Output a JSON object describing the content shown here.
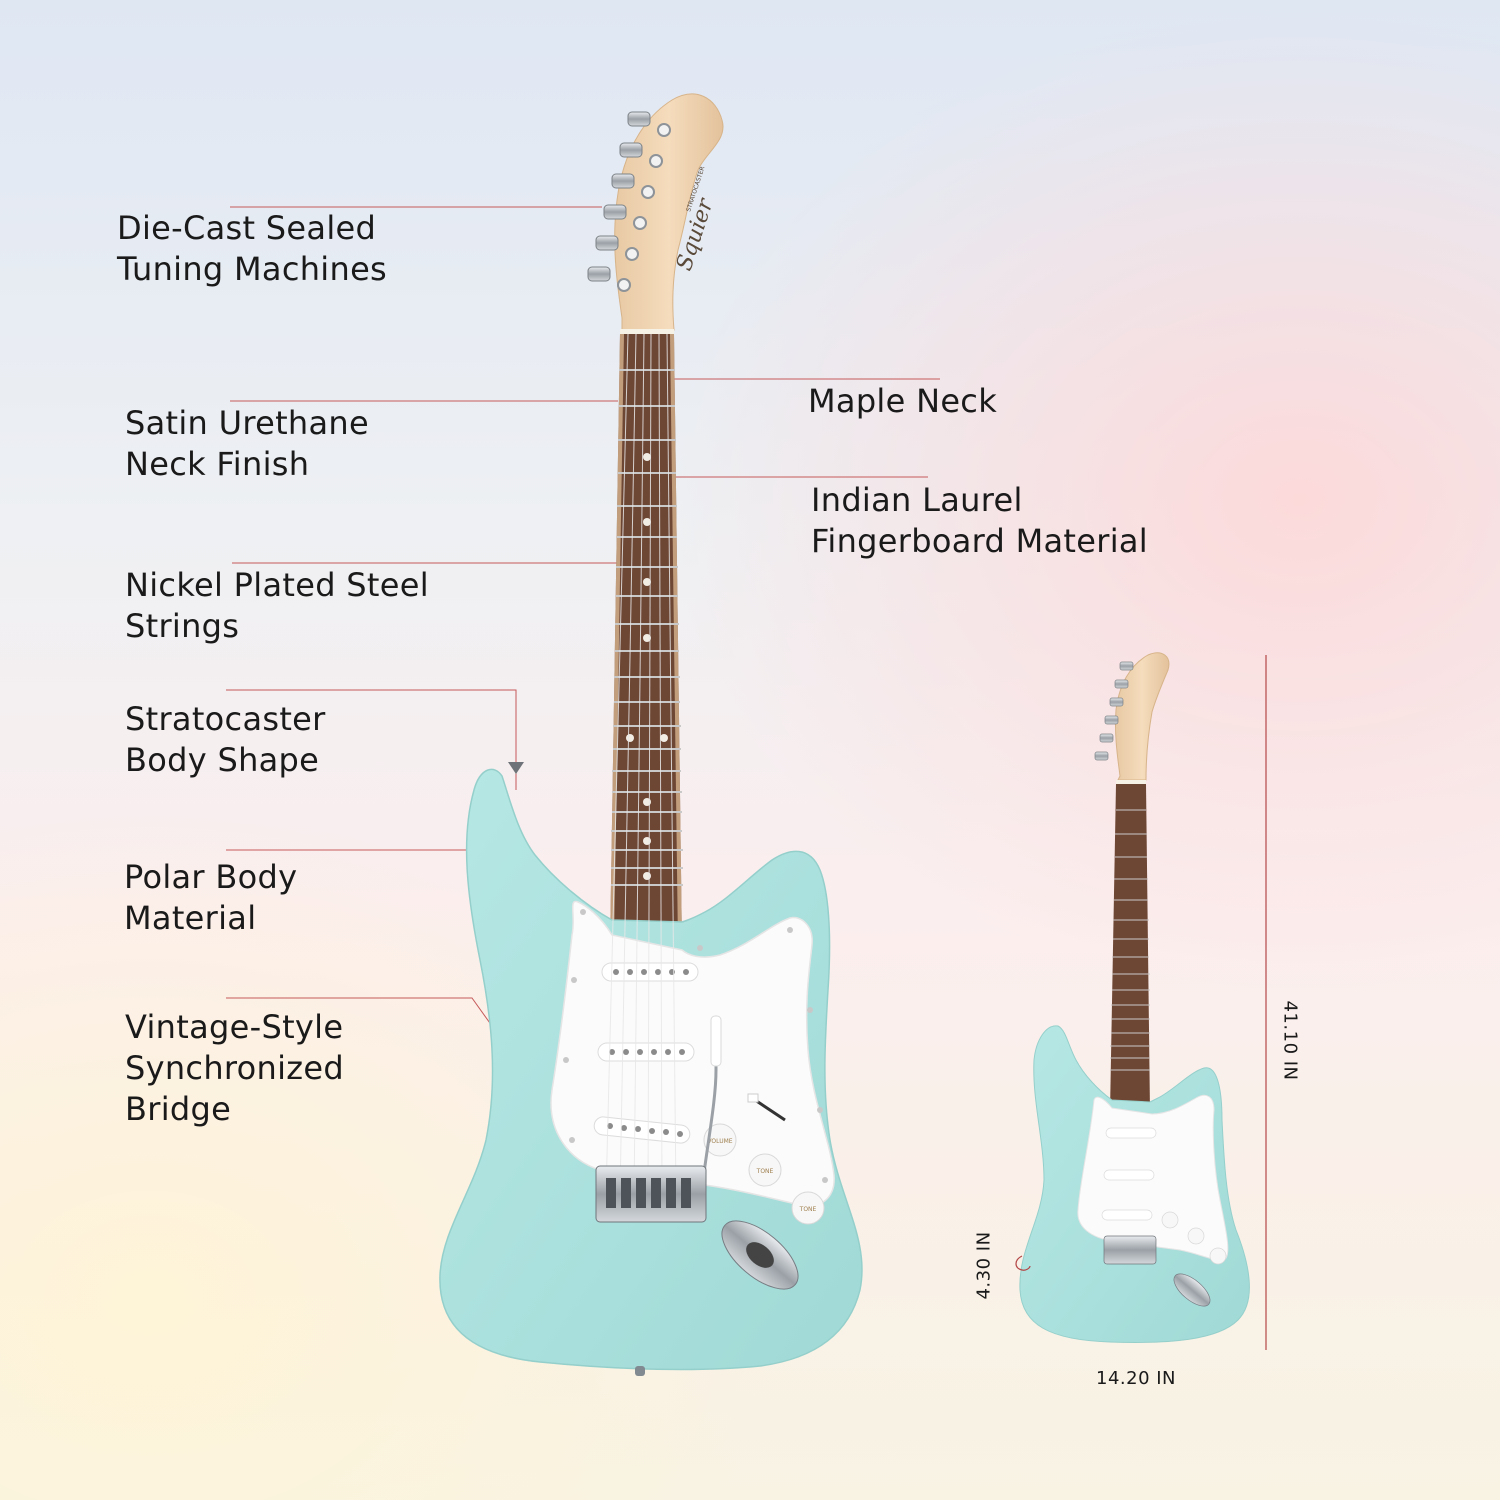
{
  "features": {
    "tuning": [
      "Die-Cast Sealed",
      "Tuning Machines"
    ],
    "neck_finish": [
      "Satin Urethane",
      "Neck Finish"
    ],
    "strings": [
      "Nickel Plated Steel",
      "Strings"
    ],
    "body_shape": [
      "Stratocaster",
      "Body Shape"
    ],
    "body_material": [
      "Polar Body",
      "Material"
    ],
    "bridge": [
      "Vintage-Style",
      "Synchronized",
      "Bridge"
    ],
    "neck": [
      "Maple Neck"
    ],
    "fingerboard": [
      "Indian Laurel",
      "Fingerboard Material"
    ]
  },
  "dimensions": {
    "height": "41.10 IN",
    "width": "14.20 IN",
    "depth": "4.30 IN"
  },
  "headstock_text": {
    "brand": "Squier",
    "model": "STRATOCASTER"
  },
  "knob_labels": {
    "volume": "VOLUME",
    "tone": "TONE"
  },
  "colors": {
    "body": "#a9e0dd",
    "pickguard": "#fbfbfb",
    "fingerboard": "#6e4634",
    "maple": "#f0d5b4",
    "leader_line": "#c65a5a",
    "dim_line": "#b44848"
  }
}
